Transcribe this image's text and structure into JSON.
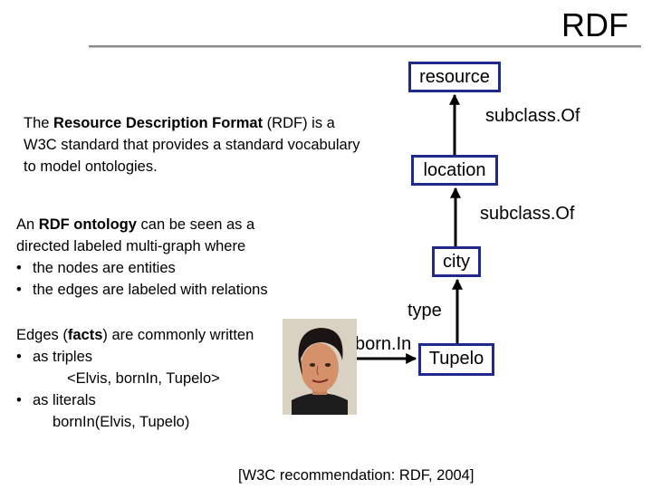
{
  "title": "RDF",
  "paragraph1": {
    "pre": "The ",
    "bold": "Resource Description Format",
    "post": " (RDF) is a W3C standard that provides a standard vocabulary to model ontologies."
  },
  "paragraph2": {
    "pre": "An ",
    "bold": "RDF ontology",
    "post": " can be seen as a directed labeled multi-graph where",
    "bullets": [
      "the nodes are entities",
      "the edges are labeled with relations"
    ]
  },
  "paragraph3": {
    "pre": "Edges (",
    "bold": "facts",
    "post": ") are commonly written",
    "bullet1": "as triples",
    "triple": "<Elvis, bornIn, Tupelo>",
    "bullet2": "as literals",
    "literal": "bornIn(Elvis, Tupelo)"
  },
  "graph": {
    "nodes": {
      "resource": "resource",
      "location": "location",
      "city": "city",
      "tupelo": "Tupelo"
    },
    "edges": {
      "subclass1": "subclass.Of",
      "subclass2": "subclass.Of",
      "type": "type",
      "born_in": "born.In"
    },
    "node_border_color": "#1f2a8c",
    "photo_icon": "elvis-portrait"
  },
  "citation": "[W3C recommendation: RDF, 2004]"
}
